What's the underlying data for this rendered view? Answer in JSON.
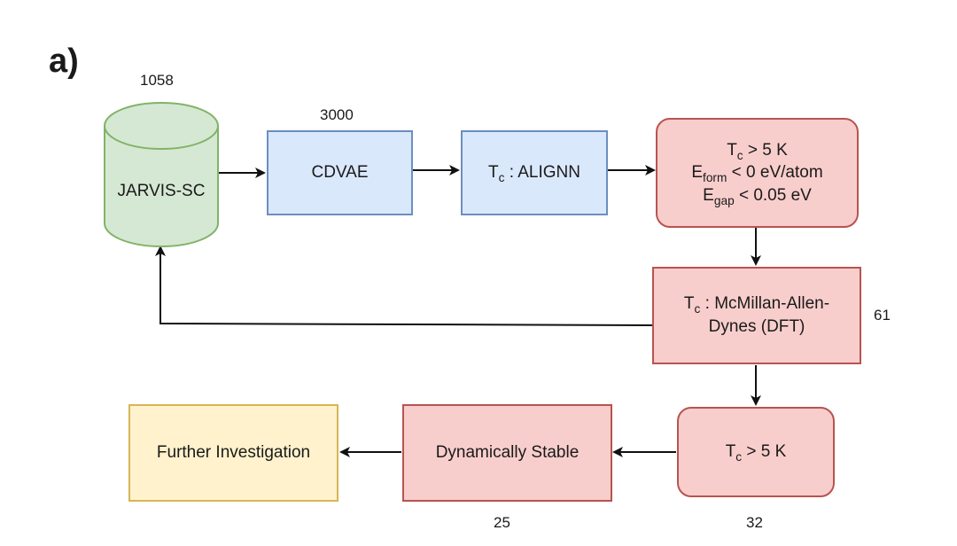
{
  "panel_label": "a)",
  "nodes": {
    "jarvis": {
      "label": "JARVIS-SC",
      "count": "1058"
    },
    "cdvae": {
      "label": "CDVAE",
      "count": "3000"
    },
    "alignn": {
      "sym": "T",
      "sub": "c",
      "rest": " : ALIGNN"
    },
    "filter": {
      "line1": {
        "sym": "T",
        "sub": "c",
        "rest": " > 5 K"
      },
      "line2": {
        "sym": "E",
        "sub": "form",
        "rest": " < 0 eV/atom"
      },
      "line3": {
        "sym": "E",
        "sub": "gap",
        "rest": " < 0.05 eV"
      }
    },
    "mcmillan": {
      "sym": "T",
      "sub": "c",
      "rest": " : McMillan-Allen-",
      "line2": "Dynes (DFT)",
      "count": "61"
    },
    "tc5": {
      "sym": "T",
      "sub": "c",
      "rest": " > 5 K",
      "count": "32"
    },
    "stable": {
      "label": "Dynamically Stable",
      "count": "25"
    },
    "further": {
      "label": "Further Investigation"
    }
  },
  "colors": {
    "green_fill": "#d5e8d4",
    "green_stroke": "#82b366",
    "blue_fill": "#dae8fc",
    "blue_stroke": "#6c8ebf",
    "red_fill": "#f8cecc",
    "red_stroke": "#b85450",
    "yellow_fill": "#fff2cc",
    "yellow_stroke": "#d6b656"
  }
}
